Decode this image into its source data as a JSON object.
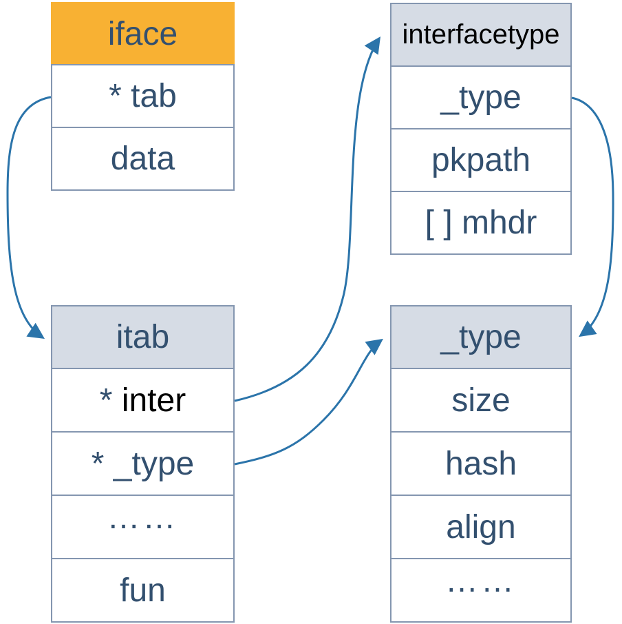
{
  "colors": {
    "accent_orange": "#F8B133",
    "header_gray": "#D6DCE5",
    "border": "#8496B0",
    "text_navy": "#33506F",
    "text_black": "#000000",
    "arrow_blue": "#2B74AA"
  },
  "boxes": {
    "iface": {
      "title": "iface",
      "rows": [
        {
          "label": "* tab"
        },
        {
          "label": "data"
        }
      ]
    },
    "interfacetype": {
      "title": "interfacetype",
      "rows": [
        {
          "label": "_type"
        },
        {
          "label": "pkpath"
        },
        {
          "label": "[ ] mhdr"
        }
      ]
    },
    "itab": {
      "title": "itab",
      "rows": [
        {
          "prefix": "* ",
          "label": "inter"
        },
        {
          "label": "* _type"
        },
        {
          "label": "……"
        },
        {
          "label": "fun"
        }
      ]
    },
    "_type": {
      "title": "_type",
      "rows": [
        {
          "label": "size"
        },
        {
          "label": "hash"
        },
        {
          "label": "align"
        },
        {
          "label": "……"
        }
      ]
    }
  },
  "arrows": [
    {
      "from": "iface.* tab",
      "to": "itab header (left)"
    },
    {
      "from": "itab.* inter",
      "to": "interfacetype header (left)"
    },
    {
      "from": "itab.* _type",
      "to": "_type header (left)"
    },
    {
      "from": "interfacetype._type",
      "to": "_type header (right)"
    }
  ]
}
